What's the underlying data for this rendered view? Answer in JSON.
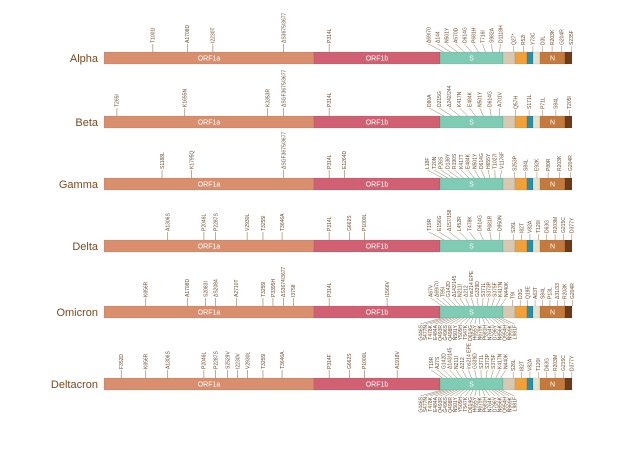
{
  "segment_labels": {
    "orf1a": "ORF1a",
    "orf1b": "ORF1b",
    "s": "S",
    "n": "N"
  },
  "colors": {
    "orf1a": "#d98f6d",
    "orf1b": "#d26073",
    "s": "#7fcbb3",
    "e_region": "#d8c8b0",
    "orf3": "#f2a13a",
    "m_region": "#2c8fa8",
    "orf6": "#e5e0c8",
    "n": "#c47a3c",
    "tail": "#6a3c1c",
    "variant_name": "#7a4a1e",
    "mutation_text": "#6b4a2b"
  },
  "variants": [
    {
      "name": "Alpha",
      "orf_mutations": [
        "T1001I",
        "A1708D",
        "I2230T",
        "ΔS3675/3677",
        "P314L"
      ],
      "s_mutations": [
        "Δ69/70",
        "Δ144",
        "N501Y",
        "A570D",
        "D614G",
        "P681H",
        "T716I",
        "S982A",
        "D1118H"
      ],
      "tail_mutations": [
        "Q27*",
        "R52I",
        "Y73C",
        "D3L",
        "R203K",
        "G204R",
        "S235F"
      ]
    },
    {
      "name": "Beta",
      "orf_mutations": [
        "T265I",
        "K1655N",
        "K3353R",
        "ΔSGF3675/3677",
        "P314L"
      ],
      "s_mutations": [
        "D80A",
        "D215G",
        "Δ242/244",
        "K417N",
        "E484K",
        "N501Y",
        "D614G",
        "A701V"
      ],
      "tail_mutations": [
        "Q57H",
        "S171L",
        "P71L",
        "S84L",
        "T205I"
      ]
    },
    {
      "name": "Gamma",
      "orf_mutations": [
        "S1188L",
        "K1795Q",
        "ΔSGF3675/3677",
        "P314L",
        "E1264D"
      ],
      "s_mutations": [
        "L18F",
        "T20N",
        "P26S",
        "D138Y",
        "R190S",
        "K417T",
        "E484K",
        "N501Y",
        "D614G",
        "H655Y",
        "T1027I",
        "V1176F"
      ],
      "tail_mutations": [
        "S253P",
        "S84L",
        "E92K",
        "P80R",
        "R203K",
        "G204R"
      ]
    },
    {
      "name": "Delta",
      "orf_mutations": [
        "A1306S",
        "P2046L",
        "P2287S",
        "V2930L",
        "T3255I",
        "T3646A",
        "P314L",
        "G662S",
        "P1000L"
      ],
      "s_mutations": [
        "T19R",
        "E156G",
        "Δ157/158",
        "L452R",
        "T478K",
        "D614G",
        "P681R",
        "D950N"
      ],
      "tail_mutations": [
        "S26L",
        "I82T",
        "V82A",
        "T120I",
        "D63G",
        "R203M",
        "G215C",
        "D377Y"
      ]
    },
    {
      "name": "Omicron",
      "orf_mutations": [
        "K856R",
        "A1708D",
        "S2083I",
        "ΔS2084",
        "A2710T",
        "T3255I",
        "P3395H",
        "ΔS3674/3677",
        "I3758",
        "P314L",
        "I1566V"
      ],
      "s_mutations": [
        "A67V",
        "Δ69/70",
        "T95I",
        "G142D",
        "Δ143/145",
        "N211I",
        "Δ212",
        "ins214 EPE",
        "G339D",
        "S371L",
        "S373P",
        "S375F",
        "K417N",
        "N440K",
        "G446S",
        "S477N",
        "T478K",
        "E484A",
        "Q493R",
        "G496S",
        "Q498R",
        "N501Y",
        "Y505H",
        "T547K",
        "D614G",
        "H655Y",
        "N679K",
        "P681H",
        "N764K",
        "D796Y",
        "N856K",
        "Q954H",
        "N969K",
        "L981F"
      ],
      "tail_mutations": [
        "T9I",
        "D3G",
        "Q19E",
        "A63T",
        "S84L",
        "P13L",
        "Δ31/33",
        "R203K",
        "G204R"
      ]
    },
    {
      "name": "Deltacron",
      "orf_mutations": [
        "F352D",
        "K856R",
        "A1306S",
        "P2046L",
        "P2287S",
        "S2529V",
        "I2230V",
        "V2930L",
        "T3255I",
        "T3646A",
        "P314F",
        "G662S",
        "P1000L",
        "A1918V"
      ],
      "s_mutations": [
        "T19R",
        "A27S",
        "G142D",
        "Δ143/145",
        "N211I",
        "Δ212",
        "ins214 EPE",
        "G339D",
        "S371L",
        "S373P",
        "S375F",
        "K417N",
        "N440K",
        "G446S",
        "S477N",
        "T478K",
        "E484A",
        "Q493R",
        "G496S",
        "Q498R",
        "N501Y",
        "Y505H",
        "T547K",
        "D614G",
        "H655Y",
        "N679K",
        "P681H",
        "N764K",
        "D796Y",
        "N856K",
        "Q954H",
        "N969K",
        "L981F"
      ],
      "tail_mutations": [
        "S26L",
        "I82T",
        "V82A",
        "T120I",
        "D63G",
        "R203M",
        "G215C",
        "D377Y"
      ]
    }
  ]
}
